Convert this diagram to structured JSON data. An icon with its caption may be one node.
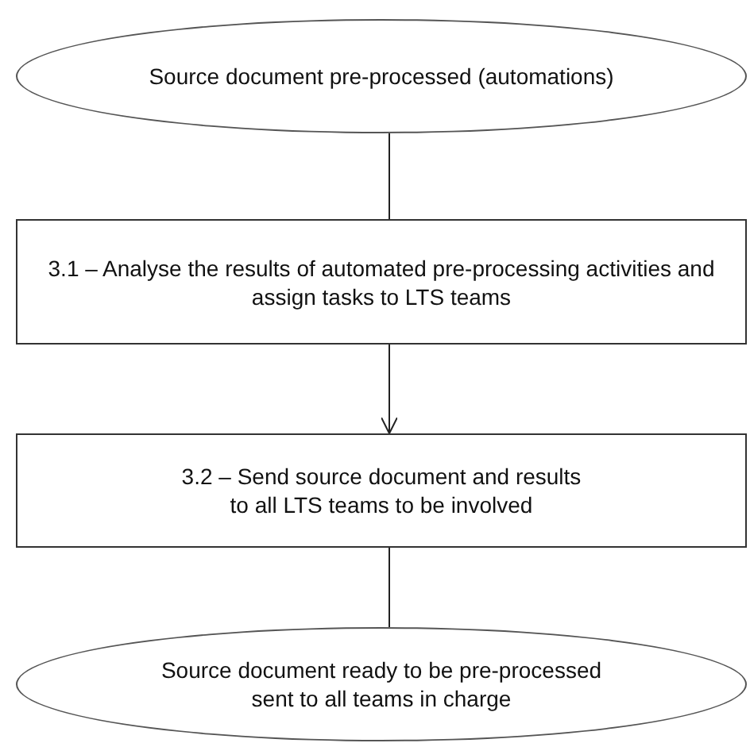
{
  "diagram": {
    "nodes": [
      {
        "text": [
          "Source document pre-processed (automations)"
        ]
      },
      {
        "text": [
          "3.1 – Analyse the results of automated pre-processing activities and assign tasks to LTS teams"
        ]
      },
      {
        "text": [
          "3.2 – Send source document and results to all LTS teams to be involved"
        ]
      },
      {
        "text": [
          "Source document ready to be pre-processed sent to all teams in charge"
        ]
      }
    ],
    "edges": [
      {
        "from": 0,
        "to": 1,
        "arrow": "none"
      },
      {
        "from": 1,
        "to": 2,
        "arrow": "to"
      },
      {
        "from": 2,
        "to": 3,
        "arrow": "none"
      }
    ]
  }
}
